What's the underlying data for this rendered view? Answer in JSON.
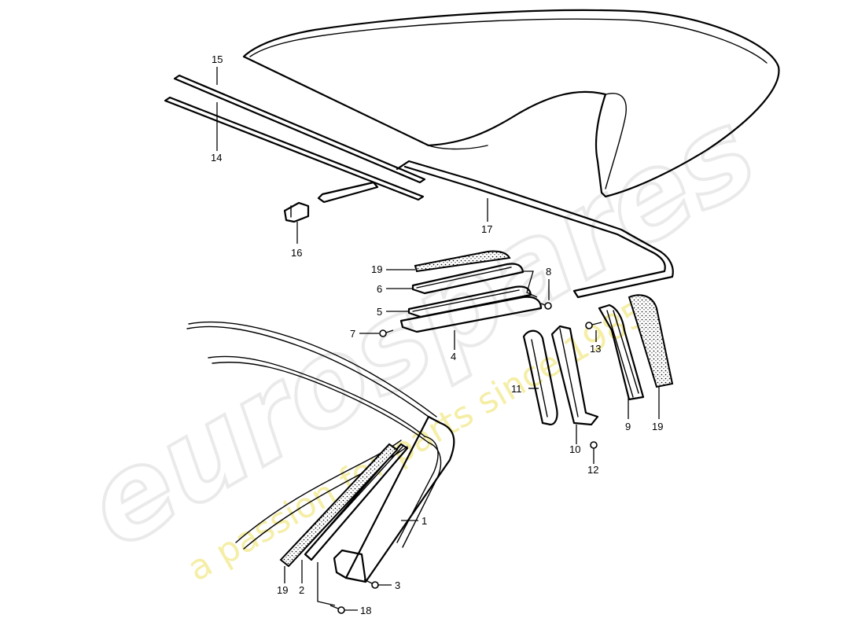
{
  "watermark": {
    "brand": "eurospares",
    "tagline": "a passion for parts since 1985"
  },
  "callouts": [
    {
      "id": "c15",
      "label": "15"
    },
    {
      "id": "c14",
      "label": "14"
    },
    {
      "id": "c16",
      "label": "16"
    },
    {
      "id": "c17",
      "label": "17"
    },
    {
      "id": "c19a",
      "label": "19"
    },
    {
      "id": "c6",
      "label": "6"
    },
    {
      "id": "c8",
      "label": "8"
    },
    {
      "id": "c5",
      "label": "5"
    },
    {
      "id": "c7",
      "label": "7"
    },
    {
      "id": "c4",
      "label": "4"
    },
    {
      "id": "c13",
      "label": "13"
    },
    {
      "id": "c11",
      "label": "11"
    },
    {
      "id": "c9",
      "label": "9"
    },
    {
      "id": "c19b",
      "label": "19"
    },
    {
      "id": "c10",
      "label": "10"
    },
    {
      "id": "c12",
      "label": "12"
    },
    {
      "id": "c1",
      "label": "1"
    },
    {
      "id": "c3",
      "label": "3"
    },
    {
      "id": "c19c",
      "label": "19"
    },
    {
      "id": "c2",
      "label": "2"
    },
    {
      "id": "c18",
      "label": "18"
    }
  ]
}
